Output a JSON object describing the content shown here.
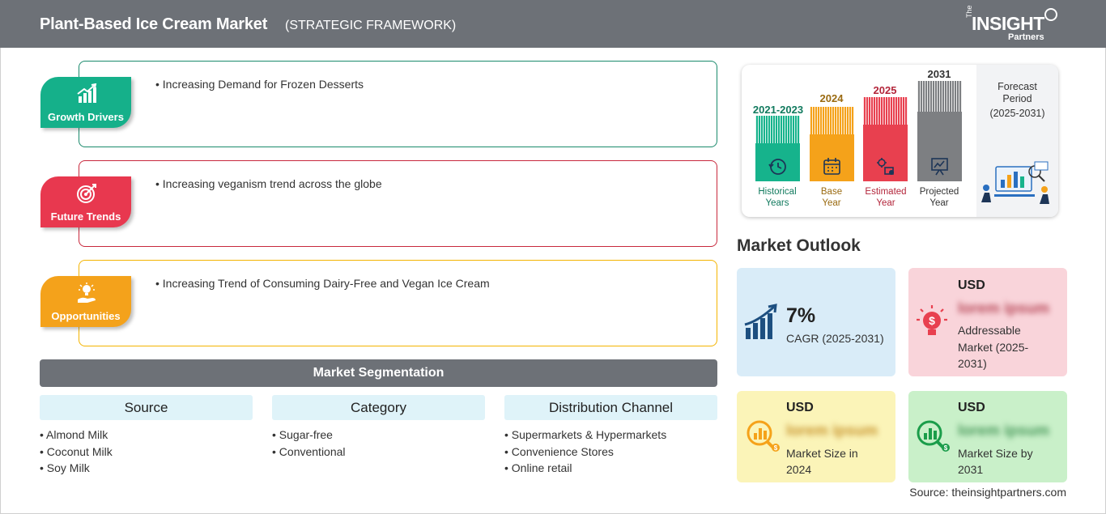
{
  "header": {
    "title": "Plant-Based Ice Cream Market",
    "subtitle": "(STRATEGIC FRAMEWORK)",
    "logo": {
      "the": "The",
      "word": "INSIGHT",
      "partners": "Partners"
    }
  },
  "cards": [
    {
      "tag": "Growth Drivers",
      "icon": "growth-chart-icon",
      "color": "#15b08a",
      "border": "#1a8a6c",
      "bullet": "• Increasing Demand for Frozen Desserts"
    },
    {
      "tag": "Future Trends",
      "icon": "target-icon",
      "color": "#e8384f",
      "border": "#c8283c",
      "bullet": "• Increasing veganism trend across the globe"
    },
    {
      "tag": "Opportunities",
      "icon": "lightbulb-hand-icon",
      "color": "#f4a21b",
      "border": "#f4b400",
      "bullet": "• Increasing Trend of Consuming Dairy-Free and Vegan Ice Cream"
    }
  ],
  "segmentation": {
    "title": "Market Segmentation",
    "columns": [
      {
        "head": "Source",
        "items": [
          "Almond Milk",
          "Coconut Milk",
          "Soy Milk"
        ]
      },
      {
        "head": "Category",
        "items": [
          "Sugar-free",
          "Conventional"
        ]
      },
      {
        "head": "Distribution Channel",
        "items": [
          "Supermarkets & Hypermarkets",
          "Convenience Stores",
          "Online retail"
        ]
      }
    ]
  },
  "timeline": {
    "forecast": {
      "line1": "Forecast",
      "line2": "Period",
      "line3": "(2025-2031)"
    },
    "bars": [
      {
        "year": "2021-2023",
        "cap1": "Historical",
        "cap2": "Years",
        "color": "#16b38c",
        "year_color": "#117a5e",
        "cap_color": "#117a5e",
        "icon": "history-icon"
      },
      {
        "year": "2024",
        "cap1": "Base",
        "cap2": "Year",
        "color": "#f5a21a",
        "year_color": "#9a6a10",
        "cap_color": "#9a6a10",
        "icon": "calendar-icon"
      },
      {
        "year": "2025",
        "cap1": "Estimated",
        "cap2": "Year",
        "color": "#e8404f",
        "year_color": "#b3253a",
        "cap_color": "#b3253a",
        "icon": "gear-chart-icon"
      },
      {
        "year": "2031",
        "cap1": "Projected",
        "cap2": "Year",
        "color": "#7d7f82",
        "year_color": "#333333",
        "cap_color": "#333333",
        "icon": "presentation-icon"
      }
    ]
  },
  "outlook": {
    "title": "Market Outlook",
    "cagr": {
      "value": "7%",
      "label": "CAGR (2025-2031)",
      "bg": "#d9ecf8"
    },
    "addressable": {
      "usd": "USD",
      "value": "lorem ipsum",
      "line1": "Addressable",
      "line2": "Market (2025-",
      "line3": "2031)",
      "bg": "#f9d4da"
    },
    "size2024": {
      "usd": "USD",
      "value": "lorem ipsum",
      "line1": "Market Size in",
      "line2": "2024",
      "bg": "#fbf4b8"
    },
    "size2031": {
      "usd": "USD",
      "value": "lorem ipsum",
      "line1": "Market Size by",
      "line2": "2031",
      "bg": "#c9f0c9"
    }
  },
  "source": "Source: theinsightpartners.com"
}
